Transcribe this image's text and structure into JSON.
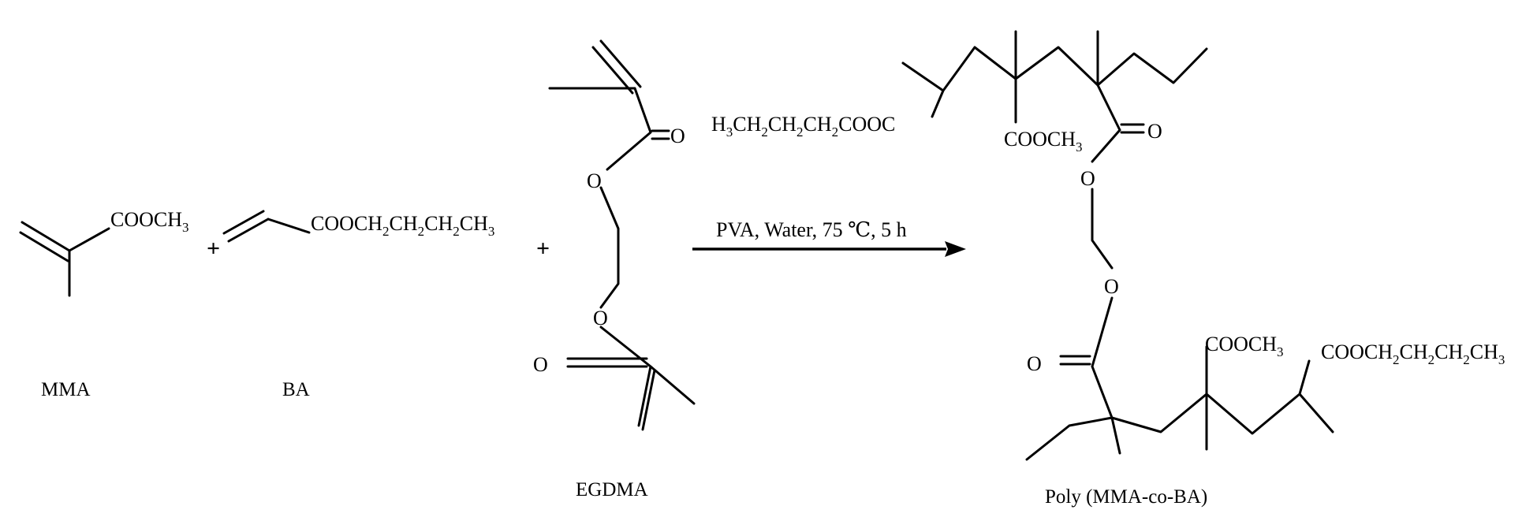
{
  "reactants": {
    "mma": {
      "group": "COOCH",
      "sub": "3",
      "name": "MMA"
    },
    "ba": {
      "group": "COOCH",
      "sub": "2",
      "seg_ch": "CH",
      "seg_sub": "2",
      "seg_ch3": "CH",
      "sub3": "3",
      "name": "BA"
    },
    "egdma": {
      "o_top": "O",
      "o_top_ester": "O",
      "o_bottom_ester": "O",
      "o_bottom": "O",
      "name": "EGDMA"
    }
  },
  "plus_sign": "+",
  "conditions": "PVA, Water, 75 ℃, 5 h",
  "product": {
    "top_ester_h": "H",
    "top_ester_sub": "3",
    "top_ester_ch": "CH",
    "top_ester_sub2": "2",
    "top_ester_cooc": "COOC",
    "methyl_ester": "COOCH",
    "methyl_ester_sub": "3",
    "o_right": "O",
    "o_link_top": "O",
    "o_link_bottom": "O",
    "o_left": "O",
    "butyl_ester": "COOCH",
    "butyl_ester_sub": "2",
    "butyl_ch": "CH",
    "butyl_ch_sub": "2",
    "butyl_ch3": "CH",
    "butyl_ch3_sub": "3",
    "name": "Poly (MMA-co-BA)"
  }
}
